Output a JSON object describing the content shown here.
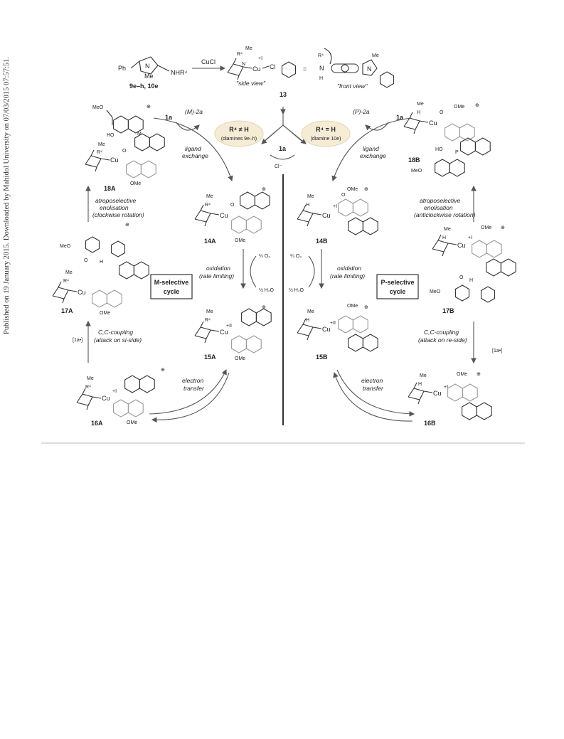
{
  "stamp": "Published on 19 January 2015. Downloaded by Mahidol University on 07/03/2015 07:57:51.",
  "top": {
    "reactant": "9e–h, 10e",
    "reagent": "CuCl",
    "nhr": "NHR⁴",
    "me": "Me",
    "ph": "Ph",
    "side_view": "\"side view\"",
    "front_view": "\"front view\"",
    "equals": "=",
    "compound": "13"
  },
  "center": {
    "left_bubble_top": "R⁴ ≠ H",
    "left_bubble_bottom": "(diamines 9e–h)",
    "right_bubble_top": "R⁴ = H",
    "right_bubble_bottom": "(diamine 10e)",
    "reagent": "1a",
    "chloride": "Cl⁻"
  },
  "left_cycle": {
    "title_line1": "M-selective",
    "title_line2": "cycle",
    "in_1a": "1a",
    "out_2a": "(M)-2a",
    "ligand_exchange_1": "ligand",
    "ligand_exchange_2": "exchange",
    "enol_1": "atroposelective",
    "enol_2": "enolisation",
    "enol_3": "(clockwise rotation)",
    "o2": "¼ O₂",
    "h2o": "½ H₂O",
    "ox_1": "oxidation",
    "ox_2": "(rate limiting)",
    "cc_1": "C,C-coupling",
    "cc_2": "(attack on si-side)",
    "radical": "[1a•]",
    "et_1": "electron",
    "et_2": "transfer",
    "c18": "18A",
    "c14": "14A",
    "c17": "17A",
    "c15": "15A",
    "c16": "16A"
  },
  "right_cycle": {
    "title_line1": "P-selective",
    "title_line2": "cycle",
    "in_1a": "1a",
    "out_2a": "(P)-2a",
    "ligand_exchange_1": "ligand",
    "ligand_exchange_2": "exchange",
    "enol_1": "atroposelective",
    "enol_2": "enolisation",
    "enol_3": "(anticlockwise rotation)",
    "o2": "¼ O₂",
    "h2o": "½ H₂O",
    "ox_1": "oxidation",
    "ox_2": "(rate limiting)",
    "cc_1": "C,C-coupling",
    "cc_2": "(attack on re-side)",
    "radical": "[1a•]",
    "et_1": "electron",
    "et_2": "transfer",
    "c18": "18B",
    "c14": "14B",
    "c17": "17B",
    "c15": "15B",
    "c16": "16B"
  },
  "atoms": {
    "ome": "OMe",
    "meo": "MeO",
    "ho": "HO",
    "oh": "OH",
    "o": "O",
    "h": "H",
    "n": "N",
    "cu1": "Cu",
    "r4": "R⁴",
    "me": "Me",
    "ox_i": "+I",
    "ox_ii": "+II",
    "cl": "Cl",
    "plus": "⊕",
    "m": "M",
    "p": "P"
  }
}
